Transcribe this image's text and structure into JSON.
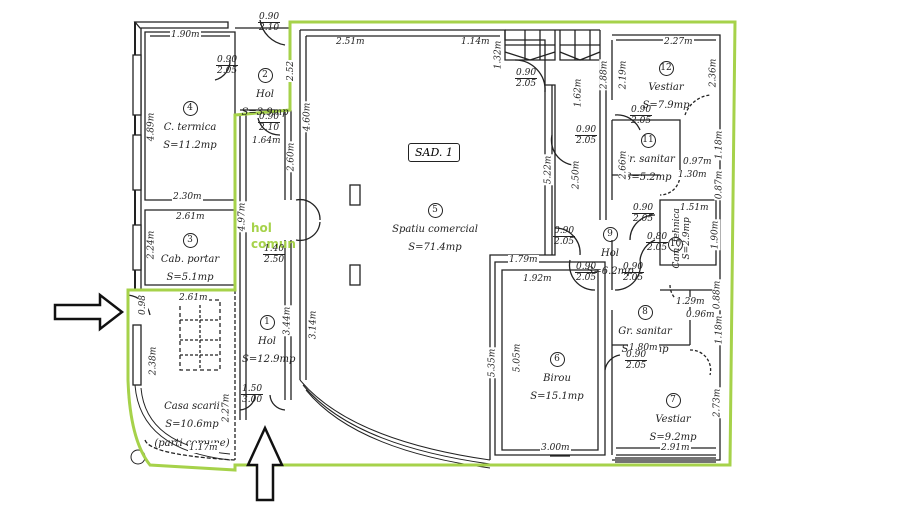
{
  "plan": {
    "title": "SAD. 1",
    "highlight_label": [
      "hol",
      "comun"
    ],
    "highlight_color": "#a6d24a",
    "wall_color": "#222222",
    "rooms": [
      {
        "num": "1",
        "name": "Hol",
        "area": "S=12.9mp"
      },
      {
        "num": "2",
        "name": "Hol",
        "area": "S=3.9mp"
      },
      {
        "num": "3",
        "name": "Cab. portar",
        "area": "S=5.1mp"
      },
      {
        "num": "4",
        "name": "C. termica",
        "area": "S=11.2mp"
      },
      {
        "num": "5",
        "name": "Spatiu comercial",
        "area": "S=71.4mp"
      },
      {
        "num": "6",
        "name": "Birou",
        "area": "S=15.1mp"
      },
      {
        "num": "7",
        "name": "Vestiar",
        "area": "S=9.2mp"
      },
      {
        "num": "8",
        "name": "Gr. sanitar",
        "area": "S=4.9mp"
      },
      {
        "num": "9",
        "name": "Hol",
        "area": "S=6.2mp"
      },
      {
        "num": "10",
        "name": "Cam. tehnica",
        "area": "S=2.9mp"
      },
      {
        "num": "11",
        "name": "Gr. sanitar",
        "area": "S=5.2mp"
      },
      {
        "num": "12",
        "name": "Vestiar",
        "area": "S=7.9mp"
      },
      {
        "num": "",
        "name": "Casa scarii",
        "area": "S=10.6mp",
        "note": "(parti comune)"
      }
    ],
    "dimensions": {
      "d190": "1.90m",
      "d230": "2.30m",
      "d489": "4.89m",
      "d261a": "2.61m",
      "d224": "2.24m",
      "d261b": "2.61m",
      "d238": "2.38m",
      "d117": "1.17m",
      "d227": "2.27m",
      "d160": "1.64m",
      "d497": "4.97m",
      "d260": "2.60m",
      "d460": "4.60m",
      "d344": "3.44m",
      "d314": "3.14m",
      "d251": "2.51m",
      "d114": "1.14m",
      "d132": "1.32m",
      "d162": "1.62m",
      "d288": "2.88m",
      "d522": "5.22m",
      "d250": "2.50m",
      "d179": "1.79m",
      "d192": "1.92m",
      "d535": "5.35m",
      "d505": "5.05m",
      "d300": "3.00m",
      "d227b": "2.27m",
      "d219": "2.19m",
      "d236": "2.36m",
      "d097": "0.97m",
      "d118": "1.18m",
      "d130": "1.30m",
      "d087": "0.87m",
      "d266": "2.66m",
      "d151": "1.51m",
      "d190b": "1.90m",
      "d088": "0.88m",
      "d129": "1.29m",
      "d096": "0.96m",
      "d118b": "1.18m",
      "d180": "1.80m",
      "d273": "2.73m",
      "d291": "2.91m",
      "d098": "0.98",
      "d252": "2.52"
    },
    "doors": {
      "d1": [
        "0.90",
        "2.10"
      ],
      "d2": [
        "0.90",
        "2.05"
      ],
      "d3": [
        "0.90",
        "2.10"
      ],
      "d4": [
        "1.40",
        "2.50"
      ],
      "d5": [
        "1.50",
        "3.00"
      ],
      "d6": [
        "0.90",
        "2.05"
      ],
      "d7": [
        "0.90",
        "2.05"
      ],
      "d8": [
        "0.90",
        "2.05"
      ],
      "d9": [
        "0.90",
        "2.05"
      ],
      "d10": [
        "0.90",
        "2.05"
      ],
      "d11": [
        "0.90",
        "2.05"
      ],
      "d12": [
        "0.80",
        "2.05"
      ],
      "d13": [
        "0.90",
        "2.05"
      ],
      "d14": [
        "0.90",
        "2.05"
      ],
      "d15": [
        "0.90",
        "2.05"
      ]
    },
    "arrows": [
      {
        "name": "entrance-arrow-left",
        "direction": "right"
      },
      {
        "name": "entrance-arrow-bottom",
        "direction": "up"
      }
    ]
  }
}
